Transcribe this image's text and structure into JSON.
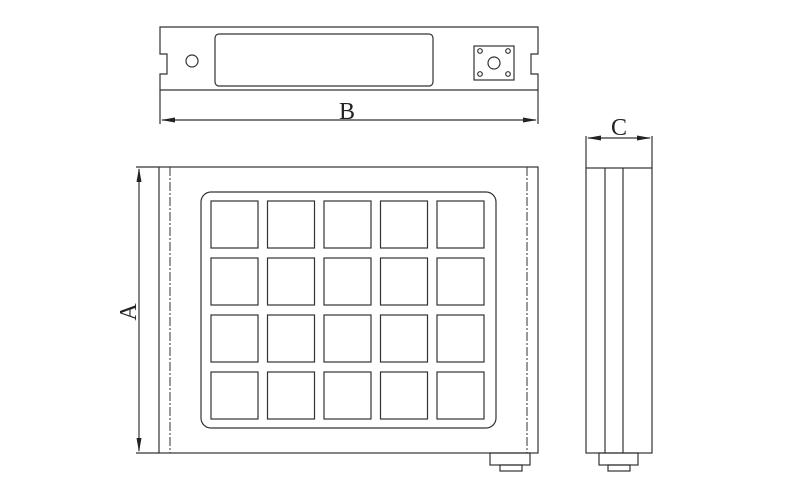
{
  "dimensions": {
    "width_label": "B",
    "height_label": "A",
    "depth_label": "C"
  },
  "grid": {
    "rows": 4,
    "cols": 5
  },
  "colors": {
    "line": "#333333",
    "background": "#ffffff"
  }
}
